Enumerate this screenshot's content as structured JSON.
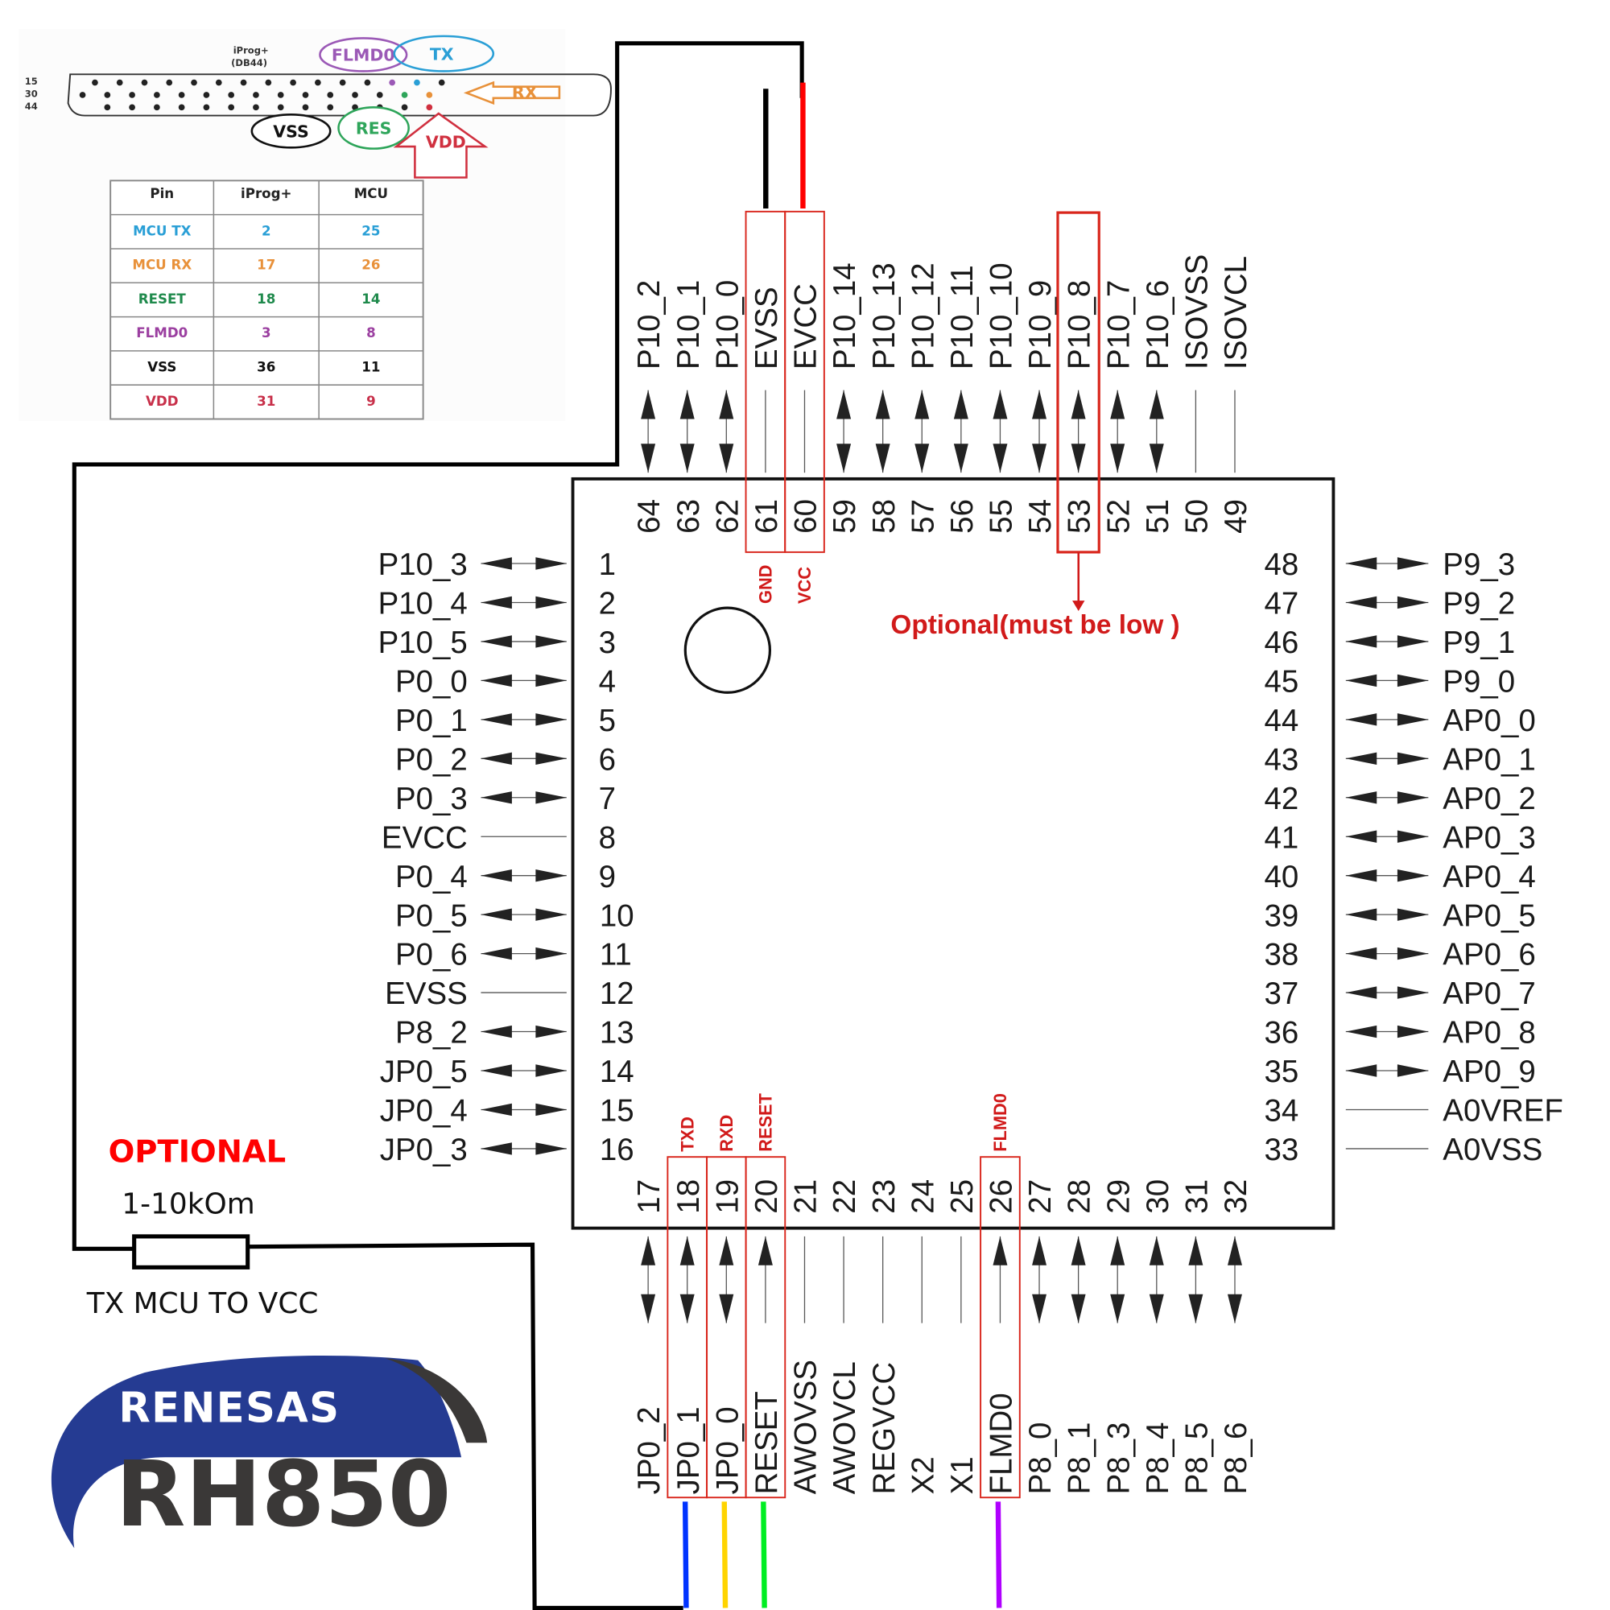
{
  "connector": {
    "title_line1": "iProg+",
    "title_line2": "(DB44)",
    "row_labels": [
      "15",
      "30",
      "44"
    ],
    "callouts": {
      "flmd0": {
        "label": "FLMD0",
        "color": "#9b59b6"
      },
      "tx": {
        "label": "TX",
        "color": "#2a9fd6"
      },
      "rx": {
        "label": "RX",
        "color": "#e8913a"
      },
      "res": {
        "label": "RES",
        "color": "#2ea55a"
      },
      "vss": {
        "label": "VSS",
        "color": "#111111"
      },
      "vdd": {
        "label": "VDD",
        "color": "#d0303f"
      }
    }
  },
  "pin_table": {
    "headers": [
      "Pin",
      "iProg+",
      "MCU"
    ],
    "rows": [
      {
        "pin": "MCU TX",
        "iprog": "2",
        "mcu": "25",
        "color": "#2a9fd6"
      },
      {
        "pin": "MCU RX",
        "iprog": "17",
        "mcu": "26",
        "color": "#e8913a"
      },
      {
        "pin": "RESET",
        "iprog": "18",
        "mcu": "14",
        "color": "#1f8a4c"
      },
      {
        "pin": "FLMD0",
        "iprog": "3",
        "mcu": "8",
        "color": "#9b3fa0"
      },
      {
        "pin": "VSS",
        "iprog": "36",
        "mcu": "11",
        "color": "#111111"
      },
      {
        "pin": "VDD",
        "iprog": "31",
        "mcu": "9",
        "color": "#c8304a"
      }
    ]
  },
  "chip": {
    "top_pins": [
      {
        "num": "64",
        "name": "P10_2",
        "type": "bidir"
      },
      {
        "num": "63",
        "name": "P10_1",
        "type": "bidir"
      },
      {
        "num": "62",
        "name": "P10_0",
        "type": "bidir"
      },
      {
        "num": "61",
        "name": "EVSS",
        "type": "line",
        "highlight": true,
        "note": "GND"
      },
      {
        "num": "60",
        "name": "EVCC",
        "type": "line",
        "highlight": true,
        "note": "VCC"
      },
      {
        "num": "59",
        "name": "P10_14",
        "type": "bidir"
      },
      {
        "num": "58",
        "name": "P10_13",
        "type": "bidir"
      },
      {
        "num": "57",
        "name": "P10_12",
        "type": "bidir"
      },
      {
        "num": "56",
        "name": "P10_11",
        "type": "bidir"
      },
      {
        "num": "55",
        "name": "P10_10",
        "type": "bidir"
      },
      {
        "num": "54",
        "name": "P10_9",
        "type": "bidir"
      },
      {
        "num": "53",
        "name": "P10_8",
        "type": "bidir",
        "highlight": true
      },
      {
        "num": "52",
        "name": "P10_7",
        "type": "bidir"
      },
      {
        "num": "51",
        "name": "P10_6",
        "type": "bidir"
      },
      {
        "num": "50",
        "name": "ISOVSS",
        "type": "line"
      },
      {
        "num": "49",
        "name": "ISOVCL",
        "type": "line"
      }
    ],
    "left_pins": [
      {
        "num": "1",
        "name": "P10_3",
        "type": "bidir"
      },
      {
        "num": "2",
        "name": "P10_4",
        "type": "bidir"
      },
      {
        "num": "3",
        "name": "P10_5",
        "type": "bidir"
      },
      {
        "num": "4",
        "name": "P0_0",
        "type": "bidir"
      },
      {
        "num": "5",
        "name": "P0_1",
        "type": "bidir"
      },
      {
        "num": "6",
        "name": "P0_2",
        "type": "bidir"
      },
      {
        "num": "7",
        "name": "P0_3",
        "type": "bidir"
      },
      {
        "num": "8",
        "name": "EVCC",
        "type": "line"
      },
      {
        "num": "9",
        "name": "P0_4",
        "type": "bidir"
      },
      {
        "num": "10",
        "name": "P0_5",
        "type": "bidir"
      },
      {
        "num": "11",
        "name": "P0_6",
        "type": "bidir"
      },
      {
        "num": "12",
        "name": "EVSS",
        "type": "line"
      },
      {
        "num": "13",
        "name": "P8_2",
        "type": "bidir"
      },
      {
        "num": "14",
        "name": "JP0_5",
        "type": "bidir"
      },
      {
        "num": "15",
        "name": "JP0_4",
        "type": "bidir"
      },
      {
        "num": "16",
        "name": "JP0_3",
        "type": "bidir"
      }
    ],
    "bottom_pins": [
      {
        "num": "17",
        "name": "JP0_2",
        "type": "bidir"
      },
      {
        "num": "18",
        "name": "JP0_1",
        "type": "bidir",
        "highlight": true,
        "note": "TXD",
        "wire": "#0033ff"
      },
      {
        "num": "19",
        "name": "JP0_0",
        "type": "bidir",
        "highlight": true,
        "note": "RXD",
        "wire": "#ffd400"
      },
      {
        "num": "20",
        "name": "RESET",
        "type": "in",
        "highlight": true,
        "note": "RESET",
        "wire": "#00ee22"
      },
      {
        "num": "21",
        "name": "AWOVSS",
        "type": "line"
      },
      {
        "num": "22",
        "name": "AWOVCL",
        "type": "line"
      },
      {
        "num": "23",
        "name": "REGVCC",
        "type": "line"
      },
      {
        "num": "24",
        "name": "X2",
        "type": "line"
      },
      {
        "num": "25",
        "name": "X1",
        "type": "line"
      },
      {
        "num": "26",
        "name": "FLMD0",
        "type": "in",
        "highlight": true,
        "note": "FLMD0",
        "wire": "#b000ff"
      },
      {
        "num": "27",
        "name": "P8_0",
        "type": "bidir"
      },
      {
        "num": "28",
        "name": "P8_1",
        "type": "bidir"
      },
      {
        "num": "29",
        "name": "P8_3",
        "type": "bidir"
      },
      {
        "num": "30",
        "name": "P8_4",
        "type": "bidir"
      },
      {
        "num": "31",
        "name": "P8_5",
        "type": "bidir"
      },
      {
        "num": "32",
        "name": "P8_6",
        "type": "bidir"
      }
    ],
    "right_pins": [
      {
        "num": "48",
        "name": "P9_3",
        "type": "bidir"
      },
      {
        "num": "47",
        "name": "P9_2",
        "type": "bidir"
      },
      {
        "num": "46",
        "name": "P9_1",
        "type": "bidir"
      },
      {
        "num": "45",
        "name": "P9_0",
        "type": "bidir"
      },
      {
        "num": "44",
        "name": "AP0_0",
        "type": "bidir"
      },
      {
        "num": "43",
        "name": "AP0_1",
        "type": "bidir"
      },
      {
        "num": "42",
        "name": "AP0_2",
        "type": "bidir"
      },
      {
        "num": "41",
        "name": "AP0_3",
        "type": "bidir"
      },
      {
        "num": "40",
        "name": "AP0_4",
        "type": "bidir"
      },
      {
        "num": "39",
        "name": "AP0_5",
        "type": "bidir"
      },
      {
        "num": "38",
        "name": "AP0_6",
        "type": "bidir"
      },
      {
        "num": "37",
        "name": "AP0_7",
        "type": "bidir"
      },
      {
        "num": "36",
        "name": "AP0_8",
        "type": "bidir"
      },
      {
        "num": "35",
        "name": "AP0_9",
        "type": "bidir"
      },
      {
        "num": "34",
        "name": "A0VREF",
        "type": "line"
      },
      {
        "num": "33",
        "name": "A0VSS",
        "type": "line"
      }
    ]
  },
  "annotations": {
    "p10_8_note": "Optional(must be low )",
    "optional_title": "OPTIONAL",
    "resistor_value": "1-10kOm",
    "resistor_caption": "TX MCU TO VCC"
  },
  "wires": {
    "gnd_color": "#000000",
    "vcc_color": "#ff0000",
    "highlight_color": "#d9261c"
  },
  "logo": {
    "brand": "RENESAS",
    "product": "RH850",
    "blue": "#253b92",
    "gray": "#3a3837"
  }
}
